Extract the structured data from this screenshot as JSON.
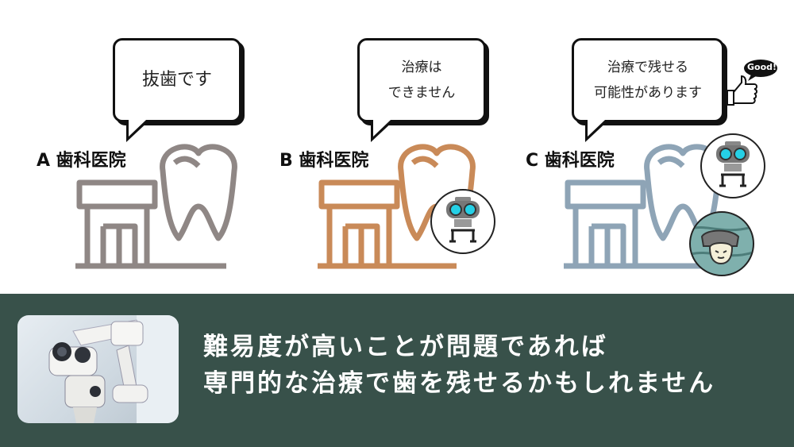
{
  "panels": [
    {
      "label": "A 歯科医院",
      "bubble": "抜歯です",
      "color": "#8f8785",
      "robot": false
    },
    {
      "label": "B 歯科医院",
      "bubble": "治療は\nできません",
      "color": "#c98a58",
      "robot": true
    },
    {
      "label": "C 歯科医院",
      "bubble": "治療で残せる\n可能性があります",
      "color": "#8ea4b6",
      "robot": true
    }
  ],
  "good_badge": "Good!",
  "message": {
    "line1": "難易度が高いことが問題であれば",
    "line2": "専門的な治療で歯を残せるかもしれません"
  },
  "colors": {
    "bottom_bg": "#38514a",
    "robot_eye": "#25d0e6",
    "good_bubble": "#111111"
  }
}
